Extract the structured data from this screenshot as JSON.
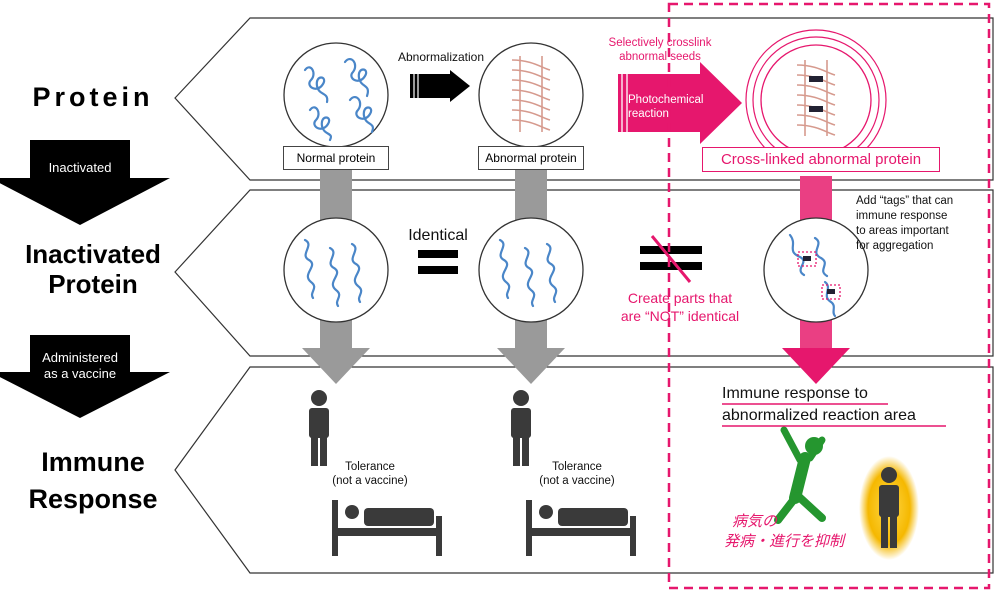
{
  "rows": {
    "protein": "Protein",
    "inactivated_line1": "Inactivated",
    "inactivated_line2": "Protein",
    "immune_line1": "Immune",
    "immune_line2": "Response"
  },
  "side_arrows": {
    "inactivated": "Inactivated",
    "administered_line1": "Administered",
    "administered_line2": "as a vaccine"
  },
  "protein_row": {
    "abnormalization": "Abnormalization",
    "normal_protein": "Normal protein",
    "abnormal_protein": "Abnormal protein",
    "crosslink_note_line1": "Selectively crosslink",
    "crosslink_note_line2": "abnormal seeds",
    "photochemical_line1": "Photochemical",
    "photochemical_line2": "reaction",
    "crosslinked_protein": "Cross-linked abnormal protein"
  },
  "inactivated_row": {
    "identical": "Identical",
    "not_identical_line1": "Create parts that",
    "not_identical_line2": "are “NOT” identical",
    "tags_line1": "Add “tags” that can",
    "tags_line2": "immune response",
    "tags_line3": "to areas important",
    "tags_line4": "for aggregation"
  },
  "immune_row": {
    "tolerance_line1": "Tolerance",
    "tolerance_line2": "(not a vaccine)",
    "tolerance2_line1": "Tolerance",
    "tolerance2_line2": "(not a vaccine)",
    "immune_title_line1": "Immune response to",
    "immune_title_line2": "abnormalized reaction area",
    "japanese_line1": "病気の",
    "japanese_line2": "発病・進行を抑制"
  },
  "colors": {
    "accent_pink": "#e6176d",
    "protein_blue": "#4a86c8",
    "gray_arrow": "#9a9a9a",
    "person_dark": "#3a3a3a",
    "person_green": "#25962f",
    "glow_yellow": "#f5b800"
  }
}
